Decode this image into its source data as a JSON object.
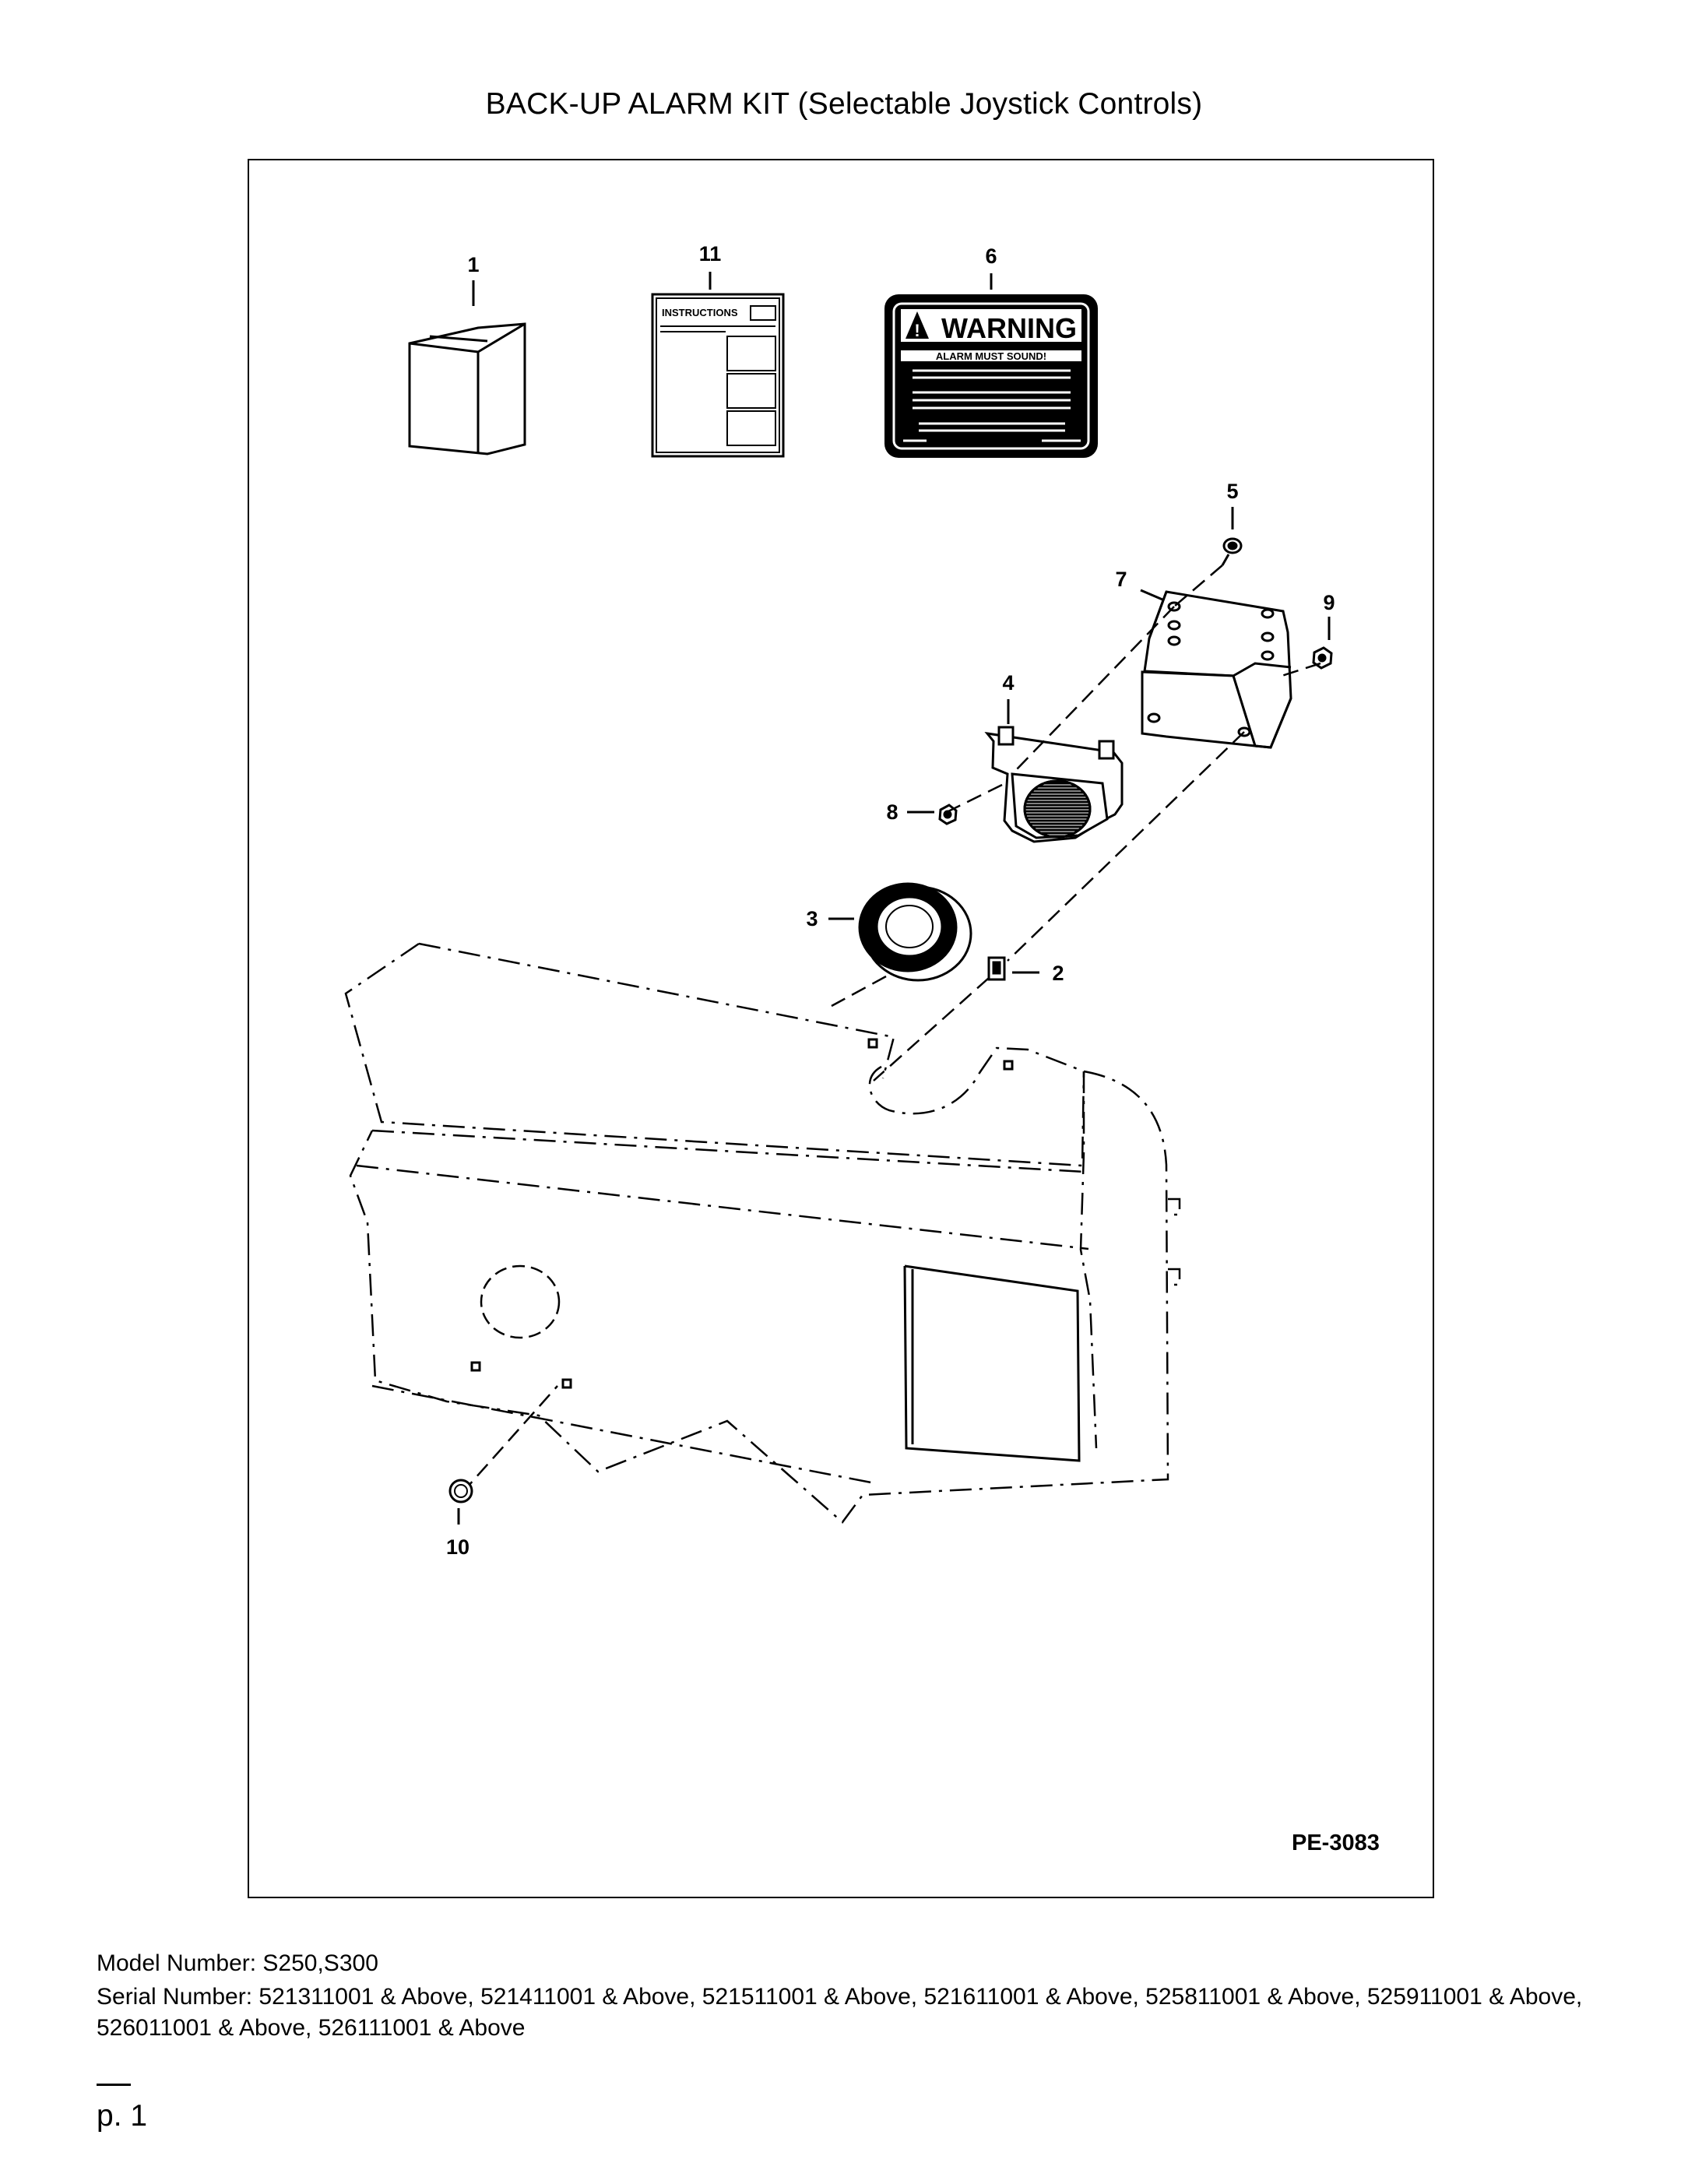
{
  "page": {
    "title": "BACK-UP ALARM KIT (Selectable Joystick Controls)",
    "ref_code": "PE-3083",
    "model_line": "Model Number: S250,S300",
    "serial_line": "Serial Number: 521311001 & Above, 521411001 & Above, 521511001 & Above, 521611001 & Above, 525811001 & Above, 525911001 & Above, 526011001 & Above, 526111001 & Above",
    "page_number": "p. 1"
  },
  "diagram": {
    "callouts": [
      "1",
      "11",
      "6",
      "5",
      "7",
      "9",
      "4",
      "8",
      "3",
      "2",
      "10"
    ],
    "instructions_label": "INSTRUCTIONS",
    "warning_decal": {
      "header": "WARNING",
      "subheader": "ALARM MUST SOUND!"
    }
  }
}
